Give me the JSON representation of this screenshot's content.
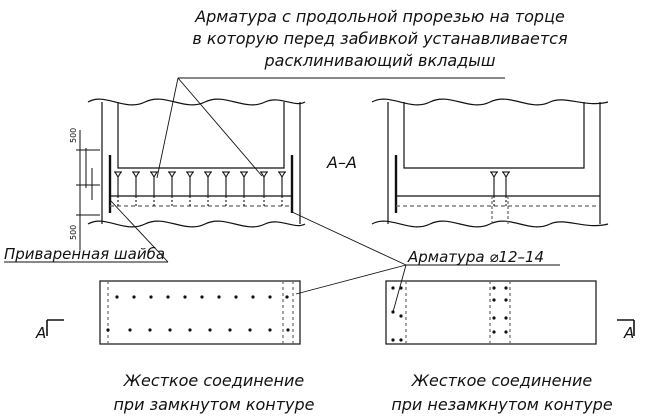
{
  "annotations": {
    "title_line1": "Арматура с продольной прорезью на торце",
    "title_line2": "в которую перед забивкой устанавливается",
    "title_line3": "расклинивающий вкладыш",
    "welded_washer": "Приваренная шайба",
    "rebar": "Арматура ⌀12–14",
    "section_label": "А–А",
    "section_marker_left": "А",
    "section_marker_right": "А"
  },
  "dimensions": {
    "upper": "500",
    "lower": "500"
  },
  "captions": {
    "left_line1": "Жесткое соединение",
    "left_line2": "при замкнутом контуре",
    "right_line1": "Жесткое соединение",
    "right_line2": "при незамкнутом контуре"
  },
  "colors": {
    "ink": "#111111",
    "dashed": "#666666",
    "background": "#ffffff"
  }
}
